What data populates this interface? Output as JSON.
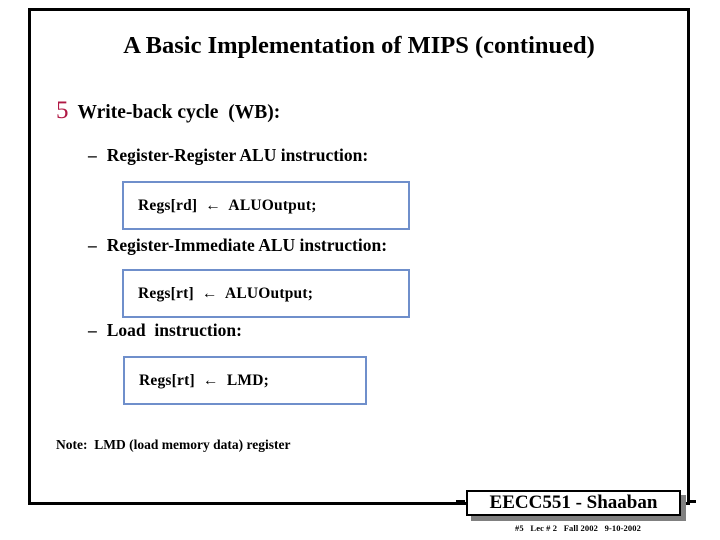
{
  "slide": {
    "title": "A Basic Implementation of MIPS (continued)",
    "border_color": "#000000",
    "background": "#ffffff"
  },
  "bullet": {
    "marker": "5",
    "marker_color": "#B01844",
    "text": "Write-back cycle  (WB):"
  },
  "sections": [
    {
      "dash": "–",
      "label": "Register-Register ALU instruction:",
      "code": "Regs[rd]  ←  ALUOutput;",
      "box_border_color": "#6f8fcb"
    },
    {
      "dash": "–",
      "label": "Register-Immediate ALU instruction:",
      "code": "Regs[rt]  ←  ALUOutput;",
      "box_border_color": "#6f8fcb"
    },
    {
      "dash": "–",
      "label": "Load  instruction:",
      "code": "Regs[rt]  ←  LMD;",
      "box_border_color": "#6f8fcb"
    }
  ],
  "note": "Note:  LMD (load memory data) register",
  "footer": {
    "badge": "EECC551 - Shaaban",
    "meta": "#5   Lec # 2   Fall 2002   9-10-2002"
  }
}
